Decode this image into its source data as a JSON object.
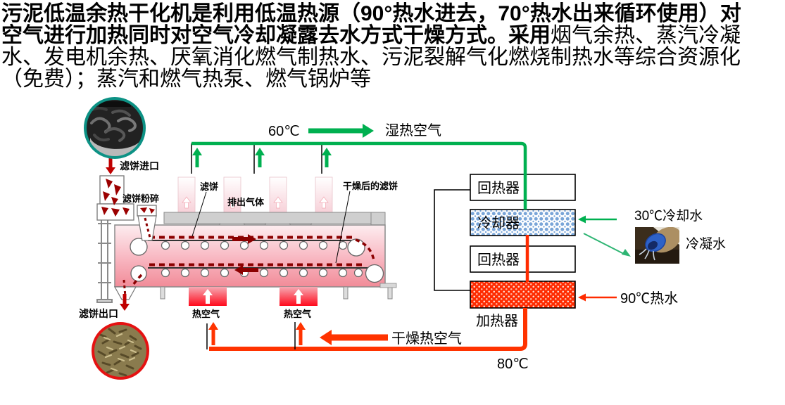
{
  "title": {
    "lines": [
      {
        "bold": "污泥低温余热干化机是利用低温热源（90°热水进去，70°热水出来循环使用）对",
        "normal": ""
      },
      {
        "bold": "空气进行加热同时对空气冷却凝露去水方式干燥方式。采用",
        "normal": "烟气余热、蒸汽冷凝"
      },
      {
        "bold": "",
        "normal": "水、发电机余热、厌氧消化燃气制热水、污泥裂解气化燃烧制热水等综合资源化"
      },
      {
        "bold": "",
        "normal": "（免费）；蒸汽和燃气热泵、燃气锅炉等"
      }
    ]
  },
  "flows": {
    "moist_air_temp": "60℃",
    "moist_air": "湿热空气",
    "cooling_water": "30℃冷却水",
    "condensate": "冷凝水",
    "hot_water": "90℃热水",
    "heater_label": "加热器",
    "return_temp": "80℃",
    "dry_hot_air": "干燥热空气"
  },
  "exchangers": {
    "recuperator_top": "回热器",
    "cooler": "冷却器",
    "recuperator_bottom": "回热器"
  },
  "machine": {
    "inlet": "滤饼进口",
    "crusher": "滤饼粉碎",
    "cake": "滤饼",
    "exhaust": "排出气体",
    "dried_cake": "干燥后的滤饼",
    "outlet": "滤饼出口",
    "hot_air_1": "热空气",
    "hot_air_2": "热空气"
  },
  "icons": {
    "wet_sludge_photo": "wet-sludge-photo",
    "dried_pellets_photo": "dried-pellets-photo",
    "condensate_photo": "condensate-pipe-photo",
    "green_arrows": "green-flow-arrows",
    "orange_arrows": "hot-air-flow-arrows"
  },
  "colors": {
    "green": "#00B050",
    "red": "#FF0000",
    "orange_red": "#FF3300",
    "dark_red": "#8B0000",
    "cooler_blue": "#79A5D8",
    "heater_red": "#FF2B00",
    "machine_pink": "#F5A3AE",
    "teal_ring": "#0D9285",
    "red_ring": "#E51212"
  }
}
